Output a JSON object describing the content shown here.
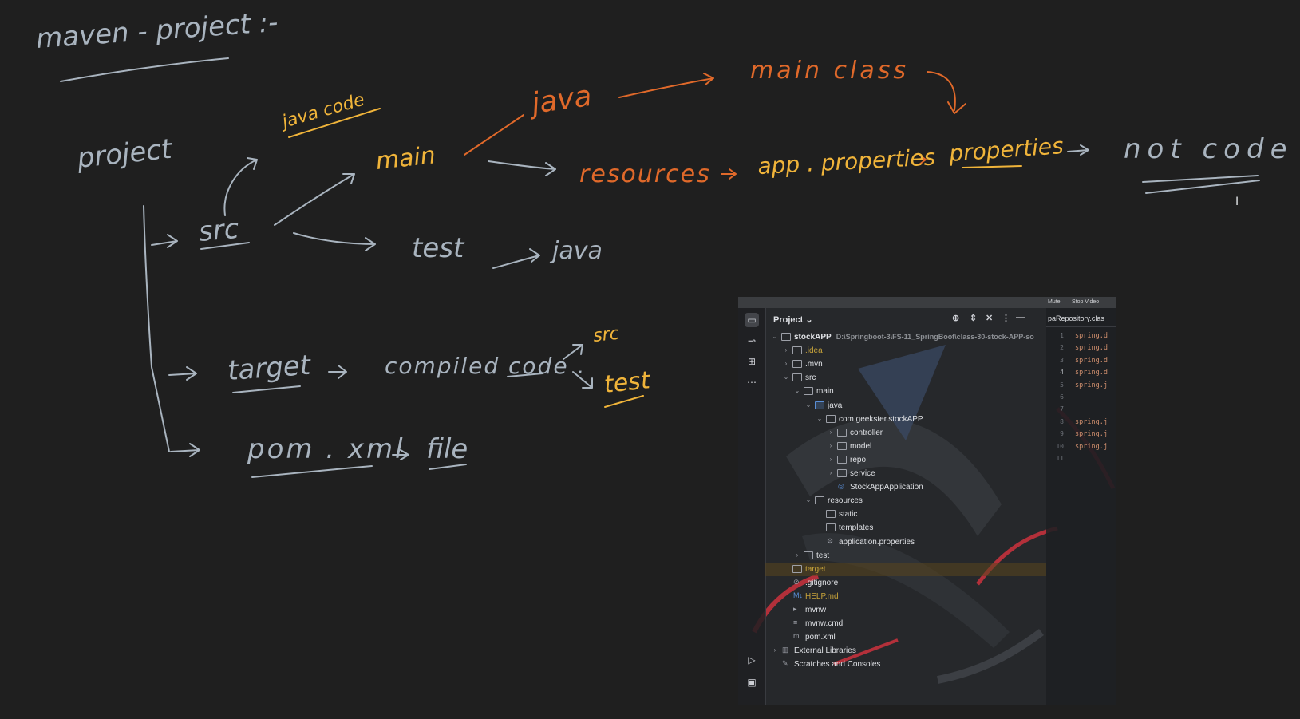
{
  "colors": {
    "background": "#1f1f1f",
    "chalk": "#a9b4bf",
    "orange": "#e0692a",
    "yellow": "#f0b43a",
    "ide_bg": "#2b2d30",
    "ide_selected_row": "#5a461e"
  },
  "notes": {
    "title": "maven - project :-",
    "project": "project",
    "src": "src",
    "java_code": "java code",
    "main": "main",
    "java_main": "java",
    "main_class": "main class",
    "resources": "resources",
    "app_properties": "app . properties",
    "properties": "properties",
    "not_code": "not code",
    "test": "test",
    "java_test": "java",
    "target": "target",
    "compiled_code": "compiled code .",
    "sub_src": "src",
    "sub_test": "test",
    "pom": "pom . xml",
    "file": "file"
  },
  "ide": {
    "topbar": {
      "mute": "Mute",
      "stop_video": "Stop Video"
    },
    "panel_title": "Project",
    "panel_icons": [
      "target-icon",
      "expand-icon",
      "collapse-icon",
      "more-icon",
      "minimize-icon"
    ],
    "tree": [
      {
        "label": "stockAPP",
        "path": "D:\\Springboot-3\\FS-11_SpringBoot\\class-30-stock-APP-so",
        "icon": "module-folder-icon",
        "color": "#dfe1e5",
        "bold": true
      },
      {
        "label": ".idea",
        "icon": "folder-icon",
        "color": "#c8a43a"
      },
      {
        "label": ".mvn",
        "icon": "folder-icon",
        "color": "#dfe1e5"
      },
      {
        "label": "src",
        "icon": "folder-icon",
        "color": "#dfe1e5"
      },
      {
        "label": "main",
        "icon": "folder-icon",
        "color": "#dfe1e5"
      },
      {
        "label": "java",
        "icon": "source-folder-icon",
        "color": "#dfe1e5"
      },
      {
        "label": "com.geekster.stockAPP",
        "icon": "package-icon",
        "color": "#dfe1e5"
      },
      {
        "label": "controller",
        "icon": "package-icon",
        "color": "#dfe1e5"
      },
      {
        "label": "model",
        "icon": "package-icon",
        "color": "#dfe1e5"
      },
      {
        "label": "repo",
        "icon": "package-icon",
        "color": "#dfe1e5"
      },
      {
        "label": "service",
        "icon": "package-icon",
        "color": "#dfe1e5"
      },
      {
        "label": "StockAppApplication",
        "icon": "class-icon",
        "color": "#dfe1e5"
      },
      {
        "label": "resources",
        "icon": "resources-folder-icon",
        "color": "#dfe1e5"
      },
      {
        "label": "static",
        "icon": "folder-icon",
        "color": "#dfe1e5"
      },
      {
        "label": "templates",
        "icon": "folder-icon",
        "color": "#dfe1e5"
      },
      {
        "label": "application.properties",
        "icon": "settings-file-icon",
        "color": "#dfe1e5"
      },
      {
        "label": "test",
        "icon": "folder-icon",
        "color": "#dfe1e5"
      },
      {
        "label": "target",
        "icon": "excluded-folder-icon",
        "color": "#c8a43a"
      },
      {
        "label": ".gitignore",
        "icon": "ignore-file-icon",
        "color": "#dfe1e5"
      },
      {
        "label": "HELP.md",
        "icon": "markdown-icon",
        "color": "#c8a43a"
      },
      {
        "label": "mvnw",
        "icon": "script-icon",
        "color": "#dfe1e5"
      },
      {
        "label": "mvnw.cmd",
        "icon": "text-file-icon",
        "color": "#dfe1e5"
      },
      {
        "label": "pom.xml",
        "icon": "maven-icon",
        "color": "#dfe1e5"
      },
      {
        "label": "External Libraries",
        "icon": "library-icon",
        "color": "#dfe1e5"
      },
      {
        "label": "Scratches and Consoles",
        "icon": "scratch-icon",
        "color": "#dfe1e5"
      }
    ],
    "editor_tab": "paRepository.clas",
    "line_numbers": [
      "1",
      "2",
      "3",
      "4",
      "5",
      "6",
      "7",
      "8",
      "9",
      "10",
      "11"
    ],
    "current_line": "4",
    "code_lines": [
      "spring.d",
      "spring.d",
      "spring.d",
      "spring.d",
      "spring.j",
      "",
      "",
      "spring.j",
      "spring.j",
      "spring.j",
      ""
    ]
  }
}
